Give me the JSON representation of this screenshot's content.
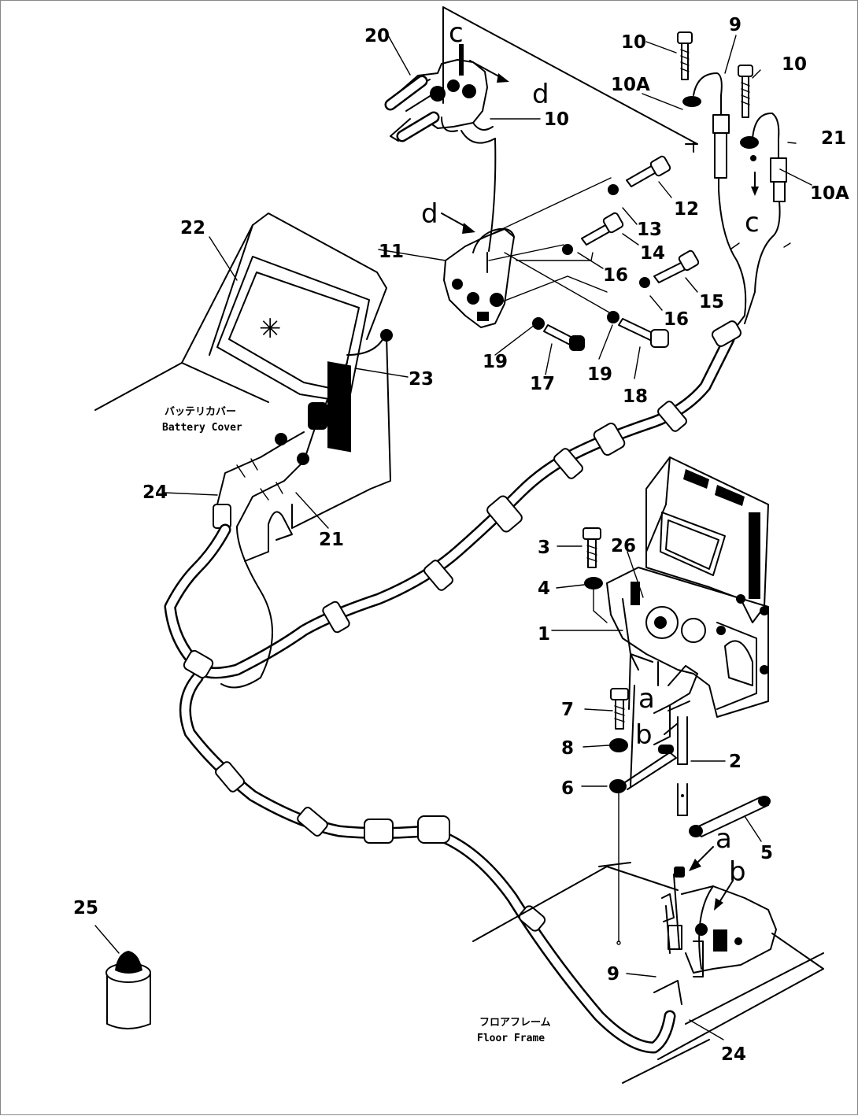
{
  "captions": {
    "battery_cover_jp": "バッテリカバー",
    "battery_cover_en": "Battery Cover",
    "floor_frame_jp": "フロアフレーム",
    "floor_frame_en": "Floor Frame"
  },
  "callouts": {
    "p20": "20",
    "c_top": "c",
    "d_top": "d",
    "p10_top": "10",
    "p10_a": "10",
    "p10_b": "10",
    "p9_top": "9",
    "p10A_a": "10A",
    "p21_top": "21",
    "p10A_b": "10A",
    "c_right": "c",
    "p12": "12",
    "p13": "13",
    "p14": "14",
    "p16_a": "16",
    "p15": "15",
    "p16_b": "16",
    "d_mid": "d",
    "p11": "11",
    "p19_a": "19",
    "p19_b": "19",
    "p17": "17",
    "p18": "18",
    "p22": "22",
    "p23": "23",
    "p24_left": "24",
    "p21_left": "21",
    "p3": "3",
    "p26": "26",
    "p4": "4",
    "p1": "1",
    "p7": "7",
    "a_mid": "a",
    "b_mid": "b",
    "p8": "8",
    "p2": "2",
    "p6": "6",
    "p5": "5",
    "a_low": "a",
    "b_low": "b",
    "p9_low": "9",
    "p24_low": "24",
    "p25": "25"
  },
  "center_glyph": "✳"
}
